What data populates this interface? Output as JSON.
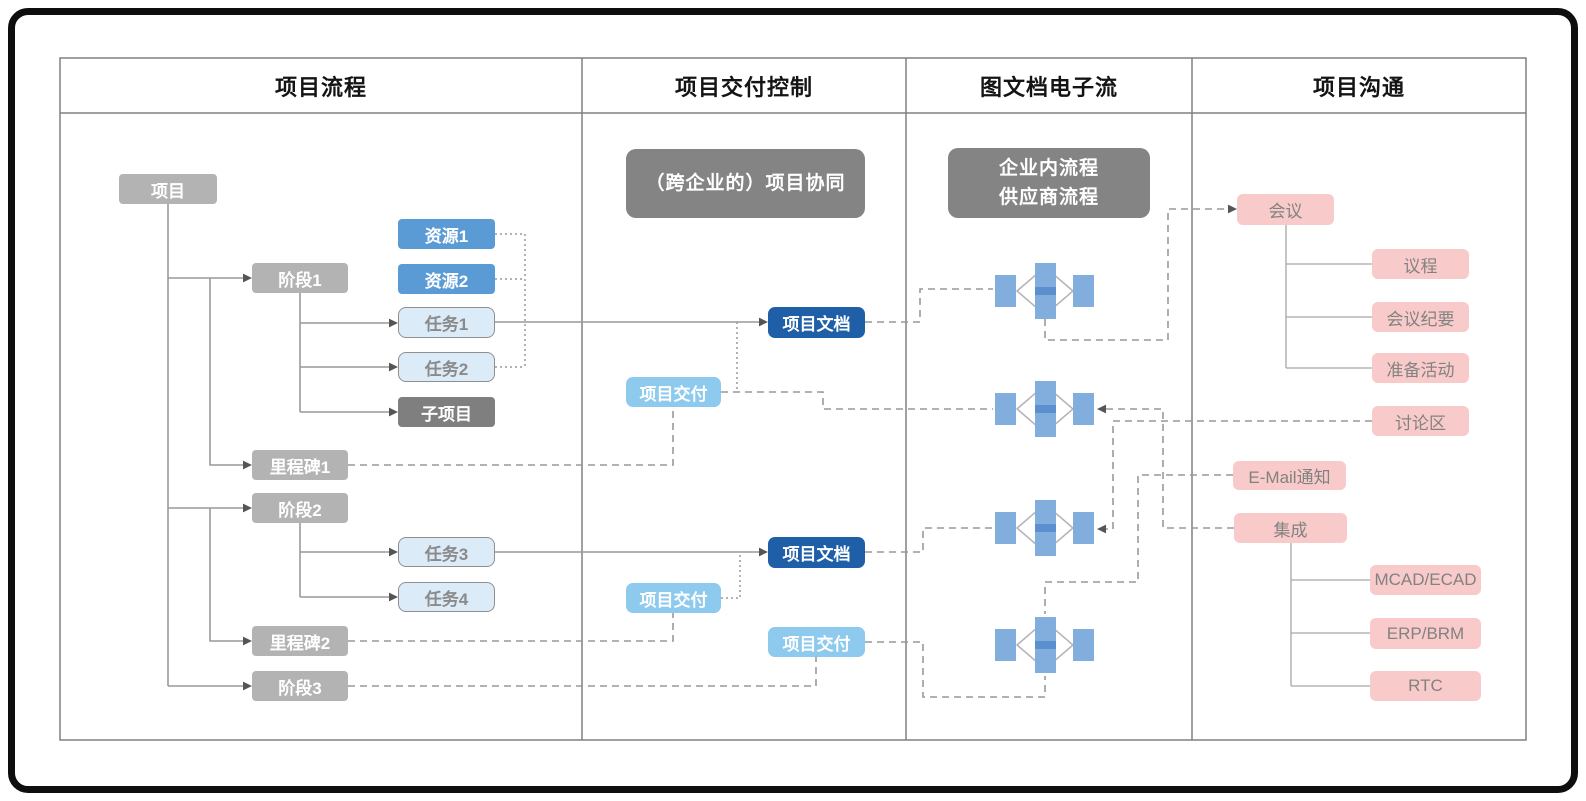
{
  "columns": [
    {
      "header": "项目流程"
    },
    {
      "header": "项目交付控制"
    },
    {
      "header": "图文档电子流"
    },
    {
      "header": "项目沟通"
    }
  ],
  "nodes": {
    "project": "项目",
    "phase1": "阶段1",
    "resource1": "资源1",
    "resource2": "资源2",
    "task1": "任务1",
    "task2": "任务2",
    "subproject": "子项目",
    "milestone1": "里程碑1",
    "phase2": "阶段2",
    "task3": "任务3",
    "task4": "任务4",
    "milestone2": "里程碑2",
    "phase3": "阶段3",
    "collaboration_banner": "（跨企业的）项目协同",
    "project_doc_1": "项目文档",
    "project_delivery_1": "项目交付",
    "project_doc_2": "项目文档",
    "project_delivery_2": "项目交付",
    "project_delivery_3": "项目交付",
    "flow_banner_line1": "企业内流程",
    "flow_banner_line2": "供应商流程",
    "meeting": "会议",
    "agenda": "议程",
    "meeting_minutes": "会议纪要",
    "preparation": "准备活动",
    "discussion": "讨论区",
    "email_notice": "E-Mail通知",
    "integration": "集成",
    "mcad_ecad": "MCAD/ECAD",
    "erp_brm": "ERP/BRM",
    "rtc": "RTC"
  },
  "colors": {
    "gray_node": "#b3b3b3",
    "dark_gray_node": "#7f7f7f",
    "banner_gray": "#848484",
    "resource_blue": "#5b9bd5",
    "task_fill": "#dcebf8",
    "doc_dark_blue": "#1f5fa8",
    "delivery_sky_blue": "#8ecaee",
    "comm_pink": "#f8caca",
    "connector_gray": "#999999",
    "arrow_dark": "#555555",
    "flow_icon_blue": "#82aede",
    "flow_icon_band": "#5b8fd0",
    "frame_black": "#0e0e0e"
  }
}
